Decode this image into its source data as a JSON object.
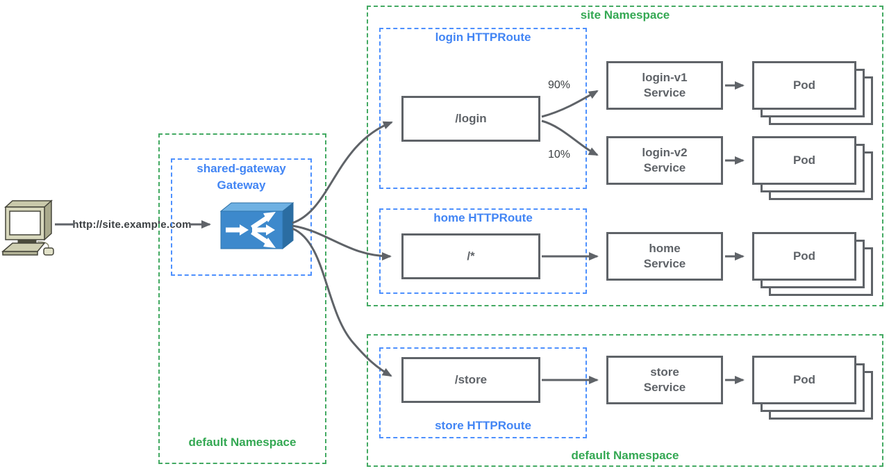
{
  "colors": {
    "namespace_green": "#34a853",
    "route_blue": "#4285f4",
    "line_gray": "#5f6368",
    "gateway_front_blue": "#3d89cc",
    "gateway_top_blue": "#6fb1e3",
    "gateway_side_blue": "#2b6da2"
  },
  "labels": {
    "pod": "Pod"
  },
  "client": {
    "icon": "desktop-computer-icon",
    "request_url": "http://site.example.com"
  },
  "gateway_namespace": {
    "label": "default Namespace",
    "gateway": {
      "icon": "router-icon",
      "name": "shared-gateway",
      "kind": "Gateway"
    }
  },
  "site_namespace": {
    "label": "site Namespace",
    "login_route": {
      "label": "login HTTPRoute",
      "path": "/login",
      "weight_v1": "90%",
      "weight_v2": "10%"
    },
    "home_route": {
      "label": "home HTTPRoute",
      "path": "/*"
    },
    "services": {
      "login_v1": {
        "line1": "login-v1",
        "line2": "Service"
      },
      "login_v2": {
        "line1": "login-v2",
        "line2": "Service"
      },
      "home": {
        "line1": "home",
        "line2": "Service"
      }
    }
  },
  "store_namespace": {
    "label": "default Namespace",
    "store_route": {
      "label": "store HTTPRoute",
      "path": "/store"
    },
    "service": {
      "line1": "store",
      "line2": "Service"
    }
  }
}
